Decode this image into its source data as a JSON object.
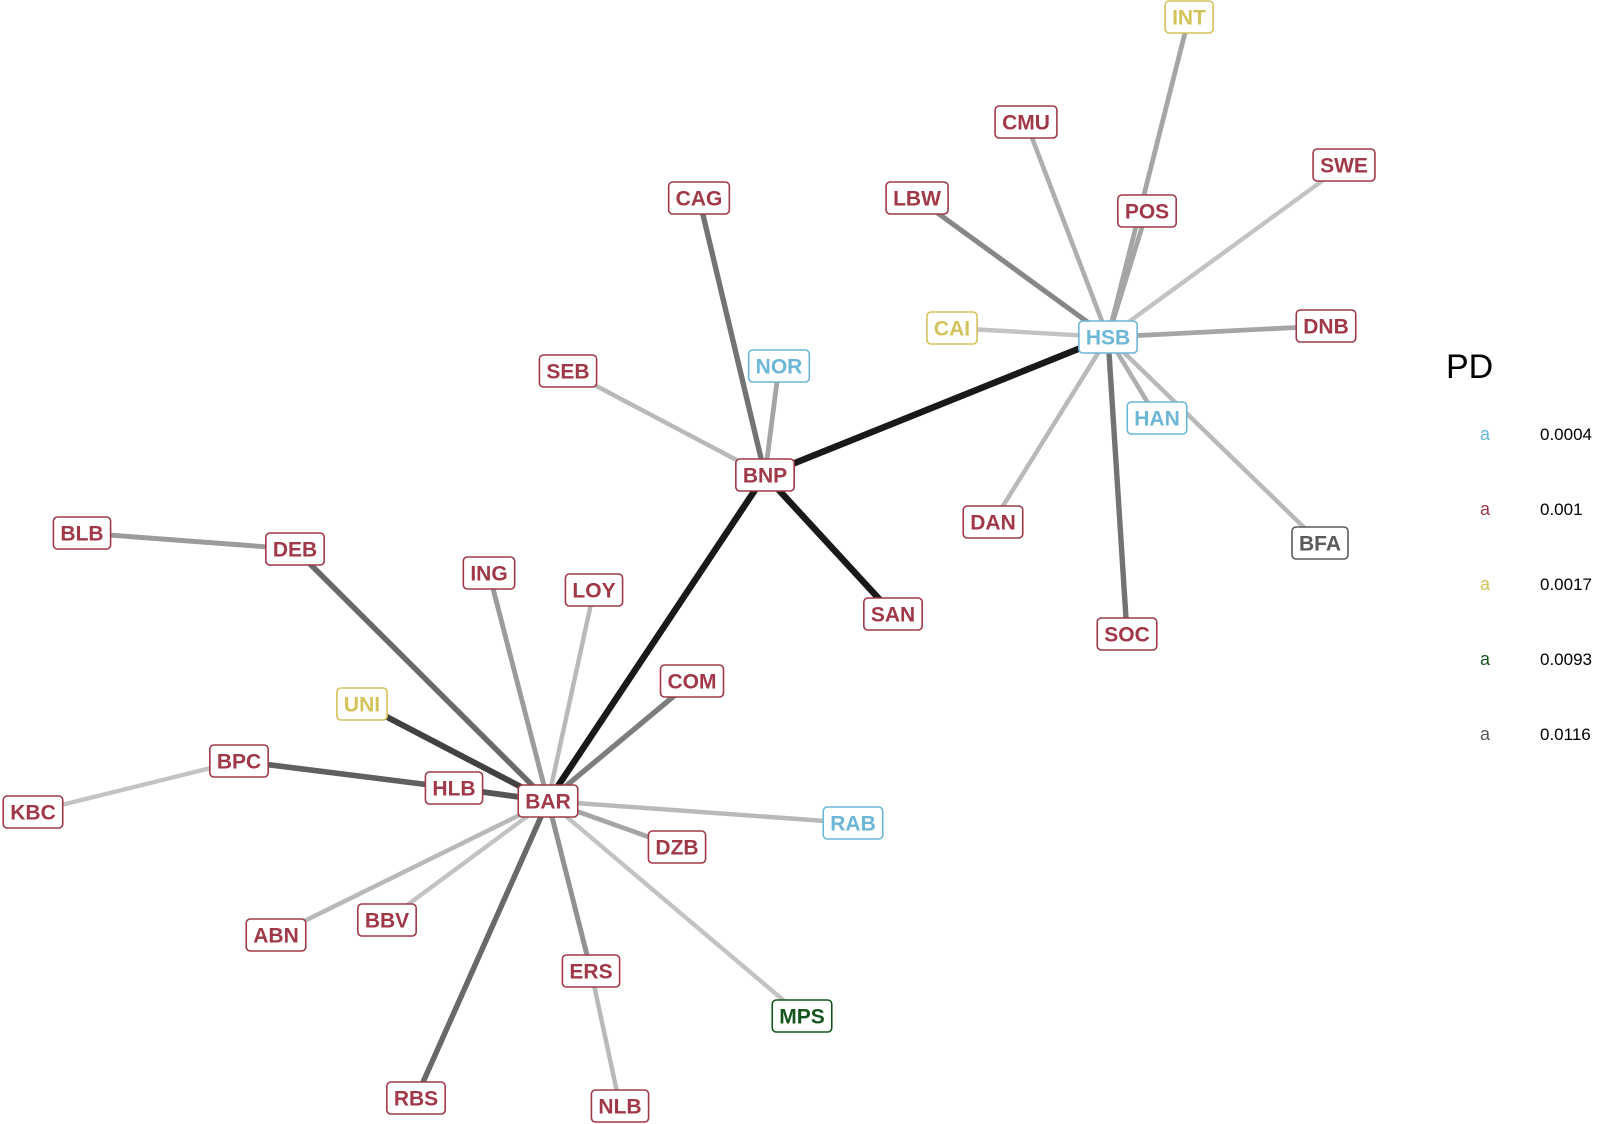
{
  "palette": {
    "0.0004": "#6cb6d8",
    "0.001": "#a03848",
    "0.0017": "#d4c35a",
    "0.0093": "#14551e",
    "0.0116": "#5a5a5a"
  },
  "nodes": [
    {
      "id": "BNP",
      "pd": "0.001"
    },
    {
      "id": "HSB",
      "pd": "0.0004"
    },
    {
      "id": "BAR",
      "pd": "0.001"
    },
    {
      "id": "INT",
      "pd": "0.0017"
    },
    {
      "id": "CMU",
      "pd": "0.001"
    },
    {
      "id": "SWE",
      "pd": "0.001"
    },
    {
      "id": "LBW",
      "pd": "0.001"
    },
    {
      "id": "POS",
      "pd": "0.001"
    },
    {
      "id": "CAI",
      "pd": "0.0017"
    },
    {
      "id": "DNB",
      "pd": "0.001"
    },
    {
      "id": "HAN",
      "pd": "0.0004"
    },
    {
      "id": "DAN",
      "pd": "0.001"
    },
    {
      "id": "BFA",
      "pd": "0.0116"
    },
    {
      "id": "SOC",
      "pd": "0.001"
    },
    {
      "id": "CAG",
      "pd": "0.001"
    },
    {
      "id": "NOR",
      "pd": "0.0004"
    },
    {
      "id": "SEB",
      "pd": "0.001"
    },
    {
      "id": "SAN",
      "pd": "0.001"
    },
    {
      "id": "BLB",
      "pd": "0.001"
    },
    {
      "id": "DEB",
      "pd": "0.001"
    },
    {
      "id": "ING",
      "pd": "0.001"
    },
    {
      "id": "LOY",
      "pd": "0.001"
    },
    {
      "id": "COM",
      "pd": "0.001"
    },
    {
      "id": "UNI",
      "pd": "0.0017"
    },
    {
      "id": "BPC",
      "pd": "0.001"
    },
    {
      "id": "HLB",
      "pd": "0.001"
    },
    {
      "id": "KBC",
      "pd": "0.001"
    },
    {
      "id": "RAB",
      "pd": "0.0004"
    },
    {
      "id": "DZB",
      "pd": "0.001"
    },
    {
      "id": "ABN",
      "pd": "0.001"
    },
    {
      "id": "BBV",
      "pd": "0.001"
    },
    {
      "id": "ERS",
      "pd": "0.001"
    },
    {
      "id": "MPS",
      "pd": "0.0093"
    },
    {
      "id": "RBS",
      "pd": "0.001"
    },
    {
      "id": "NLB",
      "pd": "0.001"
    }
  ],
  "edges": [
    {
      "from": "BNP",
      "to": "HSB",
      "strength": 1.0
    },
    {
      "from": "BNP",
      "to": "BAR",
      "strength": 1.0
    },
    {
      "from": "BNP",
      "to": "SAN",
      "strength": 1.0
    },
    {
      "from": "BNP",
      "to": "CAG",
      "strength": 0.55
    },
    {
      "from": "BNP",
      "to": "NOR",
      "strength": 0.3
    },
    {
      "from": "BNP",
      "to": "SEB",
      "strength": 0.2
    },
    {
      "from": "HSB",
      "to": "INT",
      "strength": 0.3
    },
    {
      "from": "HSB",
      "to": "CMU",
      "strength": 0.25
    },
    {
      "from": "HSB",
      "to": "SWE",
      "strength": 0.15
    },
    {
      "from": "HSB",
      "to": "LBW",
      "strength": 0.45
    },
    {
      "from": "HSB",
      "to": "POS",
      "strength": 0.3
    },
    {
      "from": "HSB",
      "to": "CAI",
      "strength": 0.15
    },
    {
      "from": "HSB",
      "to": "DNB",
      "strength": 0.3
    },
    {
      "from": "HSB",
      "to": "HAN",
      "strength": 0.25
    },
    {
      "from": "HSB",
      "to": "DAN",
      "strength": 0.2
    },
    {
      "from": "HSB",
      "to": "BFA",
      "strength": 0.2
    },
    {
      "from": "HSB",
      "to": "SOC",
      "strength": 0.55
    },
    {
      "from": "BAR",
      "to": "DEB",
      "strength": 0.6
    },
    {
      "from": "DEB",
      "to": "BLB",
      "strength": 0.35
    },
    {
      "from": "BAR",
      "to": "ING",
      "strength": 0.35
    },
    {
      "from": "BAR",
      "to": "LOY",
      "strength": 0.2
    },
    {
      "from": "BAR",
      "to": "COM",
      "strength": 0.5
    },
    {
      "from": "BAR",
      "to": "UNI",
      "strength": 0.8
    },
    {
      "from": "BAR",
      "to": "HLB",
      "strength": 0.7
    },
    {
      "from": "HLB",
      "to": "BPC",
      "strength": 0.65
    },
    {
      "from": "BPC",
      "to": "KBC",
      "strength": 0.15
    },
    {
      "from": "BAR",
      "to": "RAB",
      "strength": 0.2
    },
    {
      "from": "BAR",
      "to": "DZB",
      "strength": 0.3
    },
    {
      "from": "BAR",
      "to": "ABN",
      "strength": 0.2
    },
    {
      "from": "BAR",
      "to": "BBV",
      "strength": 0.15
    },
    {
      "from": "BAR",
      "to": "ERS",
      "strength": 0.4
    },
    {
      "from": "BAR",
      "to": "MPS",
      "strength": 0.15
    },
    {
      "from": "BAR",
      "to": "RBS",
      "strength": 0.6
    },
    {
      "from": "ERS",
      "to": "NLB",
      "strength": 0.2
    }
  ],
  "legend": {
    "title": "PD",
    "key_glyph": "a",
    "entries": [
      {
        "value": "0.0004"
      },
      {
        "value": "0.001"
      },
      {
        "value": "0.0017"
      },
      {
        "value": "0.0093"
      },
      {
        "value": "0.0116"
      }
    ]
  }
}
